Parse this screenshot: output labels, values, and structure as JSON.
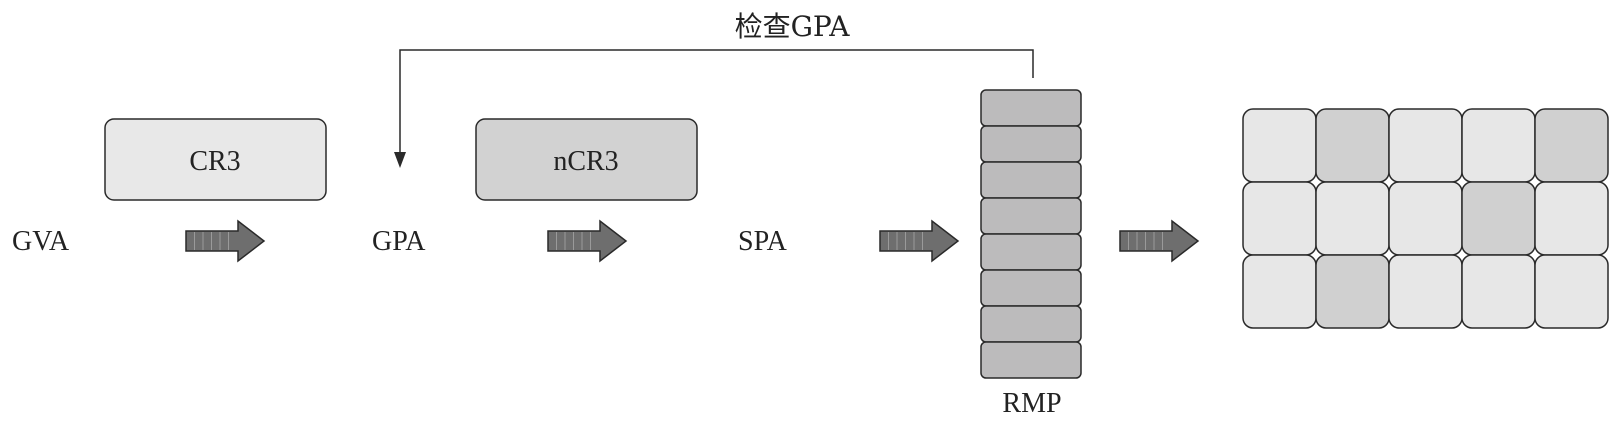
{
  "diagram": {
    "feedback_label": "检查GPA",
    "nodes": {
      "gva": "GVA",
      "gpa": "GPA",
      "spa": "SPA",
      "rmp": "RMP"
    },
    "registers": {
      "cr3": "CR3",
      "ncr3": "nCR3"
    },
    "rmp_entries": 8,
    "memory_grid": {
      "rows": 3,
      "cols": 5,
      "shaded_cells": [
        [
          0,
          1
        ],
        [
          0,
          4
        ],
        [
          1,
          3
        ],
        [
          2,
          1
        ]
      ]
    },
    "colors": {
      "cr3_fill": "#e8e8e8",
      "ncr3_fill": "#d2d2d2",
      "rmp_fill": "#bcbbbc",
      "cell_light": "#e7e7e7",
      "cell_dark": "#d0d0d0",
      "arrow_fill": "#6e6e6e",
      "stroke": "#2a2a2a"
    }
  }
}
